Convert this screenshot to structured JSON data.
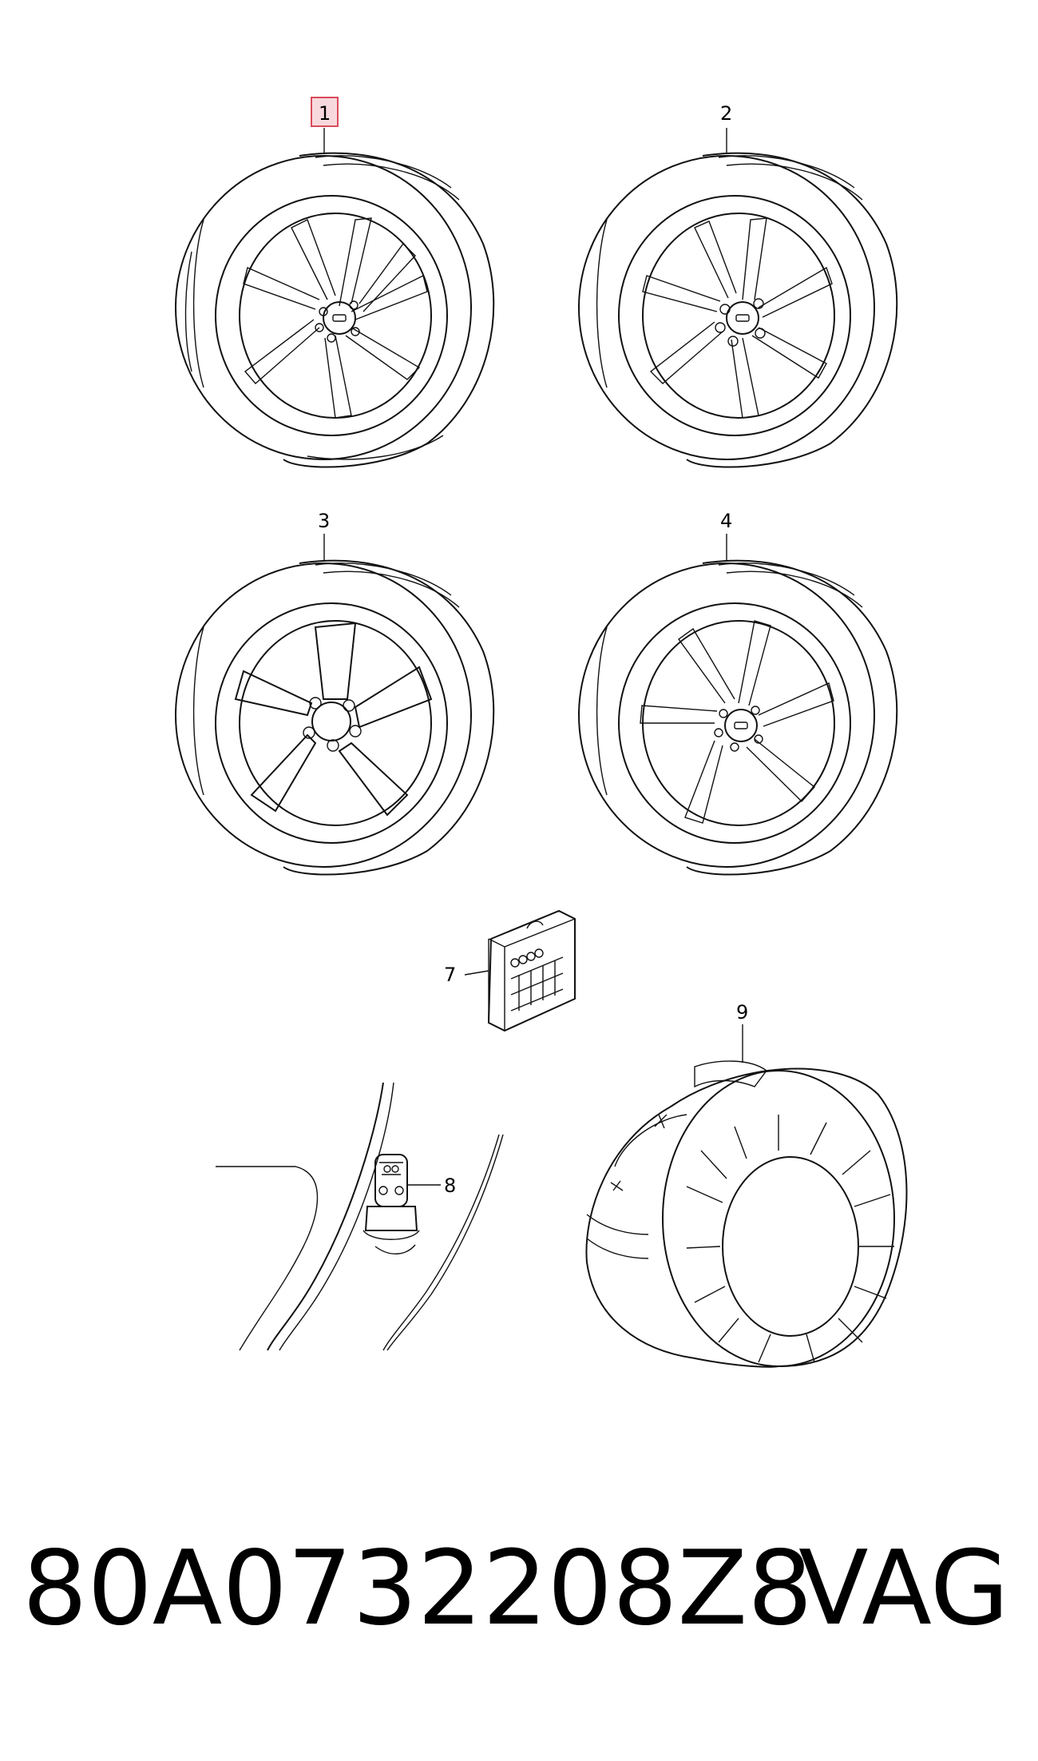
{
  "callouts": {
    "c1": "1",
    "c2": "2",
    "c3": "3",
    "c4": "4",
    "c7": "7",
    "c8": "8",
    "c9": "9"
  },
  "footer": {
    "part_number": "80A0732208Z8",
    "brand": "VAG"
  },
  "colors": {
    "line": "#111111",
    "highlight_fill": "#f7d9dd",
    "highlight_stroke": "#d94b5a"
  }
}
